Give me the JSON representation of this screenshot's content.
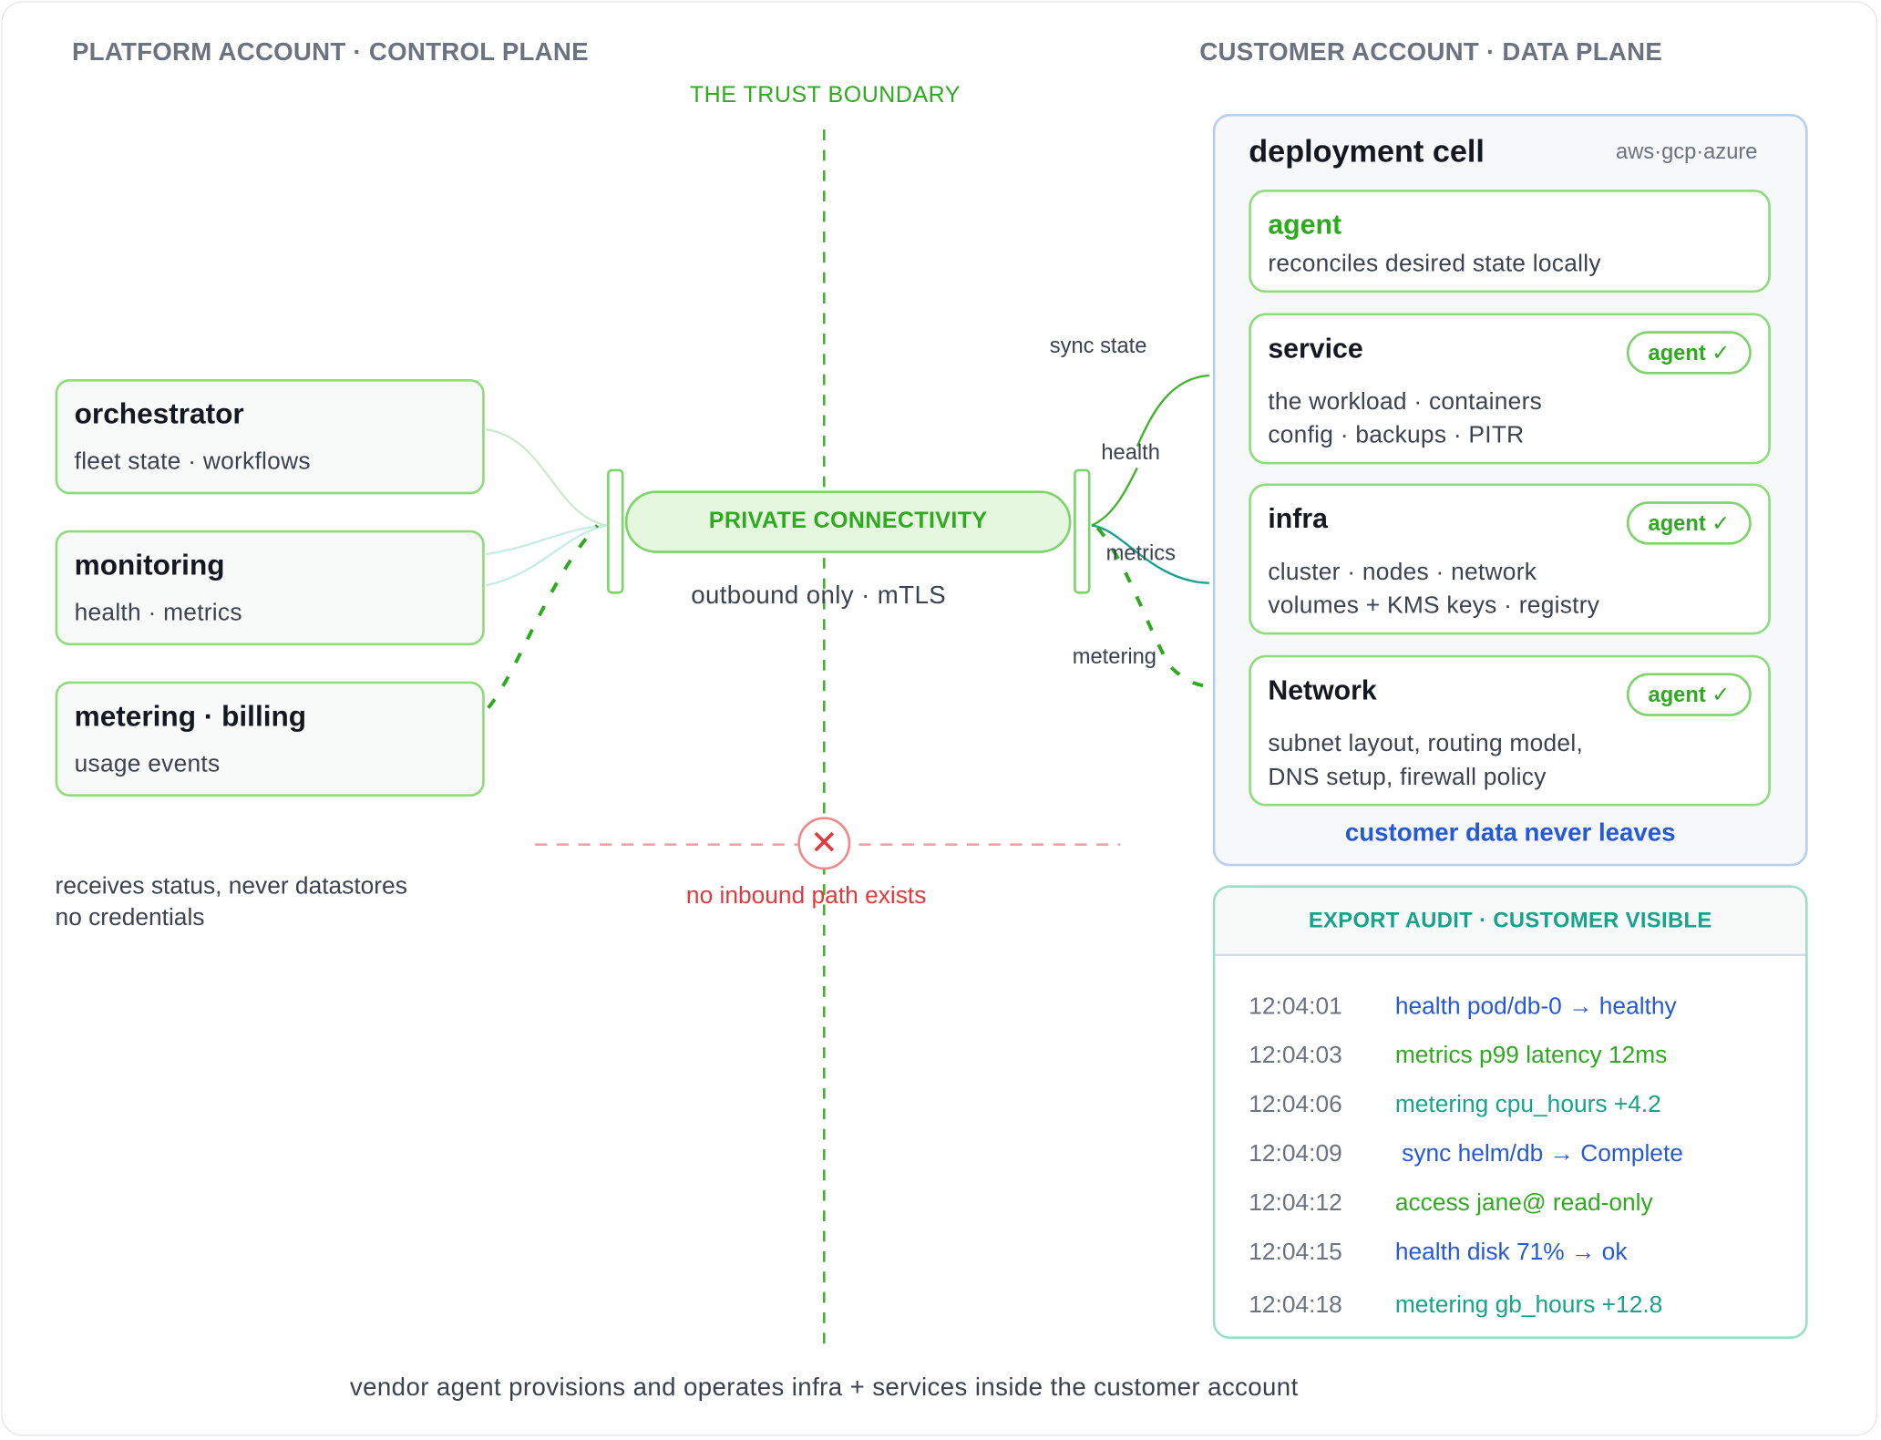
{
  "headers": {
    "left": "PLATFORM ACCOUNT · CONTROL PLANE",
    "right": "CUSTOMER ACCOUNT · DATA PLANE",
    "boundary": "THE TRUST BOUNDARY"
  },
  "control_plane": {
    "boxes": [
      {
        "title": "orchestrator",
        "subtitle": "fleet state · workflows"
      },
      {
        "title": "monitoring",
        "subtitle": "health · metrics"
      },
      {
        "title": "metering · billing",
        "subtitle": "usage events"
      }
    ],
    "note_line1": "receives status, never datastores",
    "note_line2": "no credentials"
  },
  "connectivity": {
    "label": "PRIVATE CONNECTIVITY",
    "sublabel": "outbound only · mTLS"
  },
  "edge_labels": {
    "sync": "sync state",
    "health": "health",
    "metrics": "metrics",
    "metering": "metering"
  },
  "inbound": {
    "icon": "x-icon",
    "label": "no inbound path exists"
  },
  "deployment_cell": {
    "title": "deployment cell",
    "clouds": "aws·gcp·azure",
    "agent": {
      "title": "agent",
      "desc": "reconciles desired state locally"
    },
    "components": [
      {
        "title": "service",
        "badge": "agent ✓",
        "line1": "the workload · containers",
        "line2": "config · backups · PITR"
      },
      {
        "title": "infra",
        "badge": "agent ✓",
        "line1": "cluster · nodes · network",
        "line2": "volumes + KMS keys · registry"
      },
      {
        "title": "Network",
        "badge": "agent ✓",
        "line1": "subnet layout, routing model,",
        "line2": "DNS setup, firewall policy"
      }
    ],
    "footer": "customer data never leaves"
  },
  "audit": {
    "title": "EXPORT AUDIT · CUSTOMER VISIBLE",
    "rows": [
      {
        "time": "12:04:01",
        "event": "health pod/db-0 → healthy",
        "color": "#2559d8"
      },
      {
        "time": "12:04:03",
        "event": "metrics p99 latency 12ms",
        "color": "#2faa20"
      },
      {
        "time": "12:04:06",
        "event": "metering cpu_hours +4.2",
        "color": "#17a28a"
      },
      {
        "time": "12:04:09",
        "event": " sync helm/db → Complete",
        "color": "#2559d8"
      },
      {
        "time": "12:04:12",
        "event": "access jane@ read-only",
        "color": "#2faa20"
      },
      {
        "time": "12:04:15",
        "event": "health disk 71% → ok",
        "color": "#2559d8"
      },
      {
        "time": "12:04:18",
        "event": "metering gb_hours +12.8",
        "color": "#17a28a"
      }
    ]
  },
  "footer": "vendor agent provisions and operates infra + services inside the customer account",
  "colors": {
    "green": "#2faa20",
    "teal": "#17a28a",
    "blue": "#2559d8",
    "red": "#e0393e",
    "gray_text": "#6b7280"
  }
}
